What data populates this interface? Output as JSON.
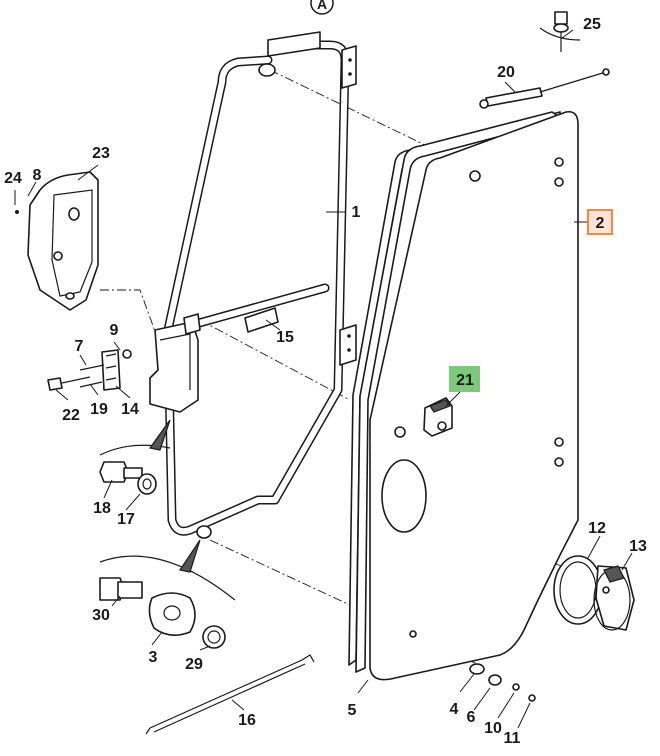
{
  "view_label": "A",
  "callouts": {
    "c1": "1",
    "c2": "2",
    "c3": "3",
    "c4": "4",
    "c5": "5",
    "c6": "6",
    "c7": "7",
    "c8": "8",
    "c9": "9",
    "c10": "10",
    "c11": "11",
    "c12": "12",
    "c13": "13",
    "c14": "14",
    "c15": "15",
    "c16": "16",
    "c17": "17",
    "c18": "18",
    "c19": "19",
    "c20": "20",
    "c21": "21",
    "c22": "22",
    "c23": "23",
    "c24": "24",
    "c25": "25",
    "c29": "29",
    "c30": "30"
  },
  "highlights": {
    "c2": {
      "style": "outlined",
      "border_color": "#f08a4b",
      "fill_color": "#fde3d3"
    },
    "c21": {
      "style": "filled",
      "fill_color": "#7dc97a"
    }
  }
}
